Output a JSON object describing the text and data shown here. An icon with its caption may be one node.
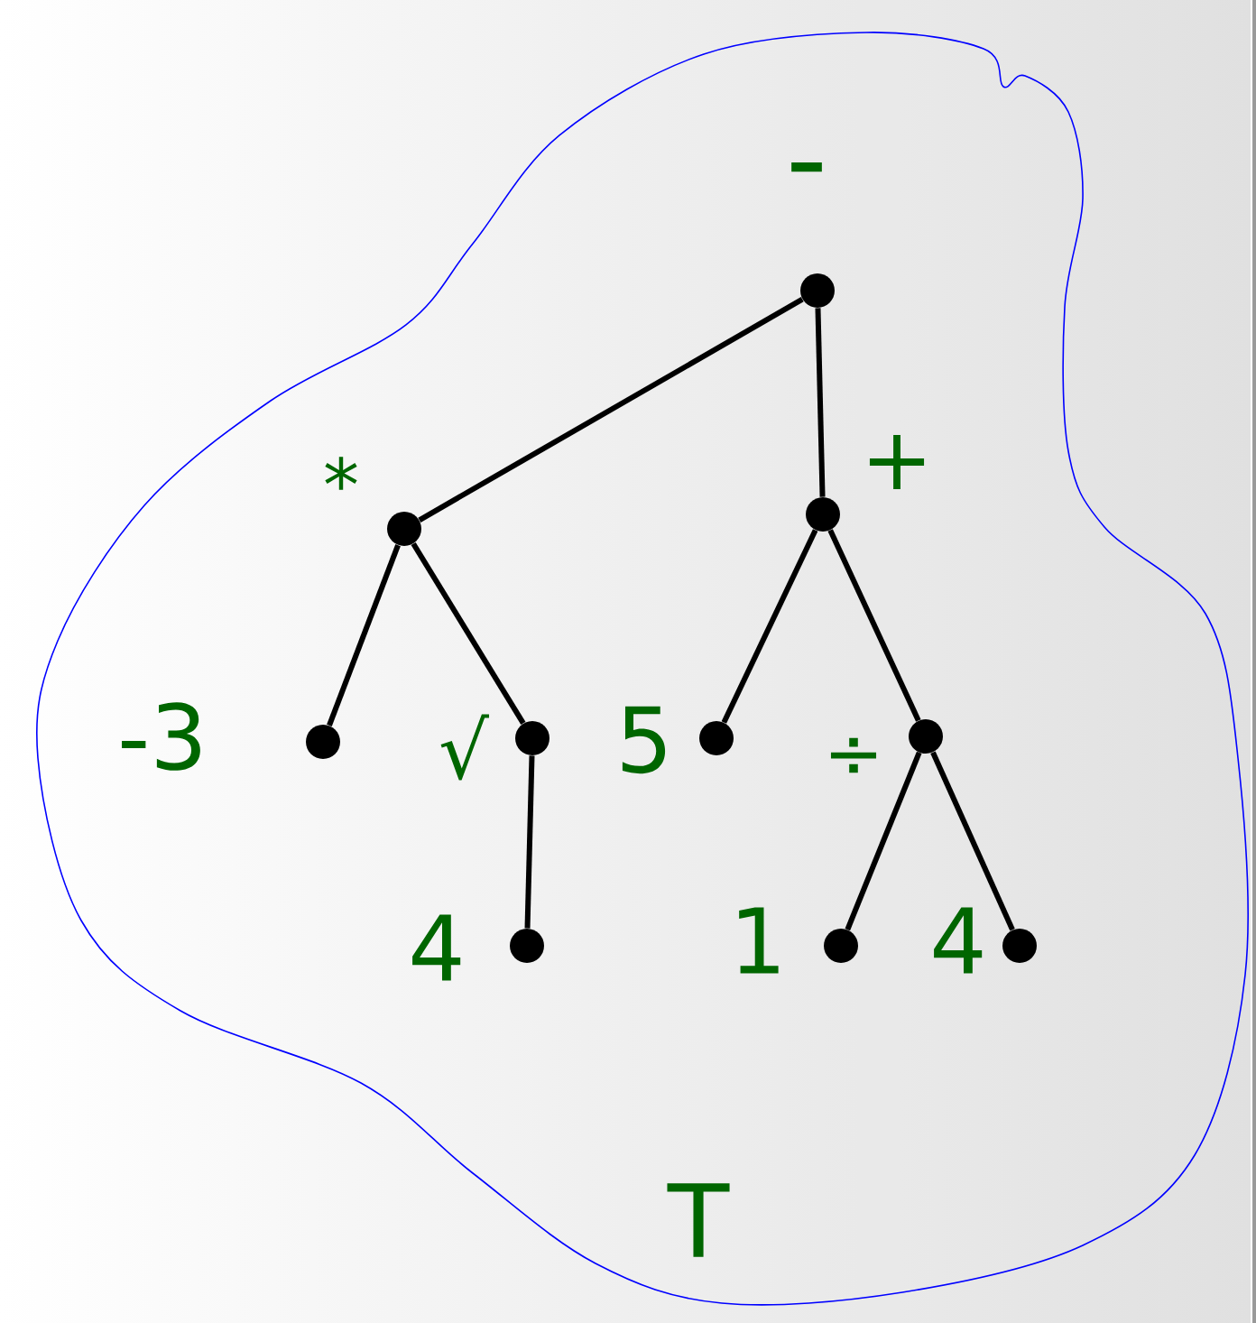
{
  "diagram": {
    "nodes": [
      {
        "text": [
          "T"
        ]
      },
      {
        "text": [],
        "shape": "circle",
        "beside": [
          "-"
        ],
        "in": 0
      },
      {
        "text": [],
        "shape": "circle",
        "beside": [
          "*"
        ],
        "in": 0
      },
      {
        "text": [],
        "shape": "circle",
        "beside": [
          "+"
        ],
        "in": 0
      },
      {
        "text": [],
        "shape": "circle",
        "beside": [
          "-3"
        ],
        "in": 0
      },
      {
        "text": [],
        "shape": "circle",
        "beside": [
          "√"
        ],
        "in": 0
      },
      {
        "text": [],
        "shape": "circle",
        "beside": [
          "5"
        ],
        "in": 0
      },
      {
        "text": [],
        "shape": "circle",
        "beside": [
          "÷"
        ],
        "in": 0
      },
      {
        "text": [],
        "shape": "circle",
        "beside": [
          "4"
        ],
        "in": 0
      },
      {
        "text": [],
        "shape": "circle",
        "beside": [
          "1"
        ],
        "in": 0
      },
      {
        "text": [],
        "shape": "circle",
        "beside": [
          "4"
        ],
        "in": 0
      }
    ],
    "edges": [
      {
        "from": 1,
        "to": 2,
        "arrow": "none"
      },
      {
        "from": 1,
        "to": 3,
        "arrow": "none"
      },
      {
        "from": 2,
        "to": 4,
        "arrow": "none"
      },
      {
        "from": 2,
        "to": 5,
        "arrow": "none"
      },
      {
        "from": 5,
        "to": 8,
        "arrow": "none"
      },
      {
        "from": 3,
        "to": 6,
        "arrow": "none"
      },
      {
        "from": 3,
        "to": 7,
        "arrow": "none"
      },
      {
        "from": 7,
        "to": 9,
        "arrow": "none"
      },
      {
        "from": 7,
        "to": 10,
        "arrow": "none"
      }
    ]
  }
}
